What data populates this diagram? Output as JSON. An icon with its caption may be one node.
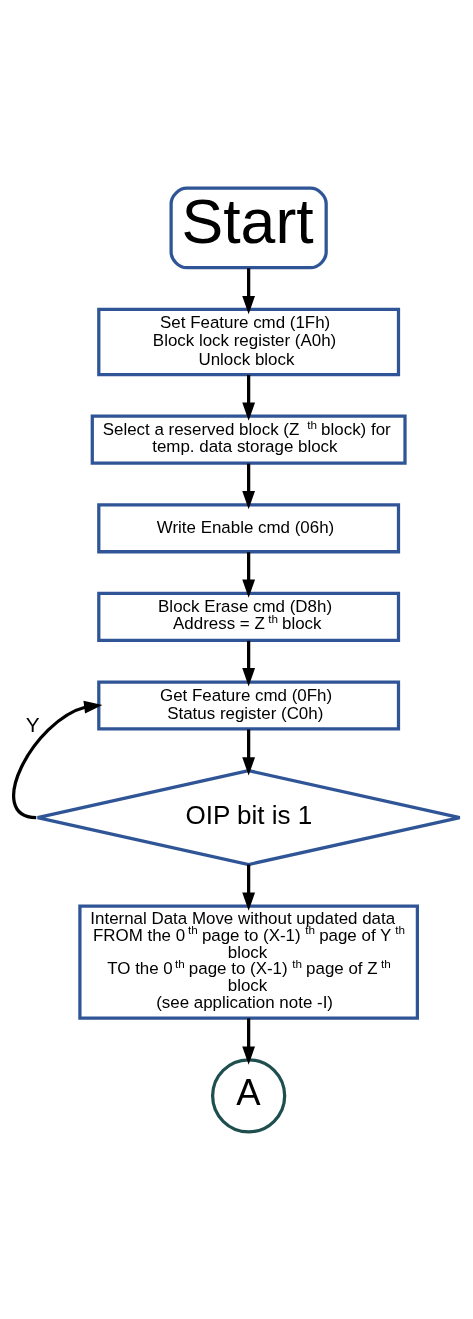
{
  "diagram": {
    "nodes": [
      {
        "text": [
          "Start"
        ]
      },
      {
        "text": [
          "Set Feature cmd (1Fh)",
          "Block lock register (A0h)",
          "Unlock block"
        ]
      },
      {
        "text": [
          "Select a reserved block (Z$^{th}$ block) for temp. data storage block"
        ]
      },
      {
        "text": [
          "Write Enable cmd (06h)"
        ]
      },
      {
        "text": [
          "Block Erase cmd (D8h)",
          "Address = Z$^{th}$ block"
        ]
      },
      {
        "text": [
          "Get Feature cmd (0Fh)",
          "Status register (C0h)"
        ]
      },
      {
        "text": [
          "OIP bit is 1"
        ]
      },
      {
        "text": [
          "Internal Data Move without updated data",
          "FROM the 0$^{th}$ page to (X-1)$^{th}$ page of Y$^{th}$ block",
          "TO the 0$^{th}$ page to (X-1)$^{th}$ page of Z$^{th}$ block",
          "(see application note -I)"
        ]
      },
      {
        "text": [
          "A"
        ]
      }
    ],
    "edges": [
      {
        "from": 0,
        "to": 1,
        "arrow": "to"
      },
      {
        "from": 1,
        "to": 2,
        "arrow": "to"
      },
      {
        "from": 2,
        "to": 3,
        "arrow": "to"
      },
      {
        "from": 3,
        "to": 4,
        "arrow": "to"
      },
      {
        "from": 4,
        "to": 5,
        "arrow": "to"
      },
      {
        "from": 5,
        "to": 6,
        "arrow": "to"
      },
      {
        "from": 6,
        "to": 5,
        "label": "Y",
        "arrow": "to"
      },
      {
        "from": 6,
        "to": 7,
        "arrow": "to"
      },
      {
        "from": 7,
        "to": 8,
        "arrow": "to"
      }
    ]
  }
}
